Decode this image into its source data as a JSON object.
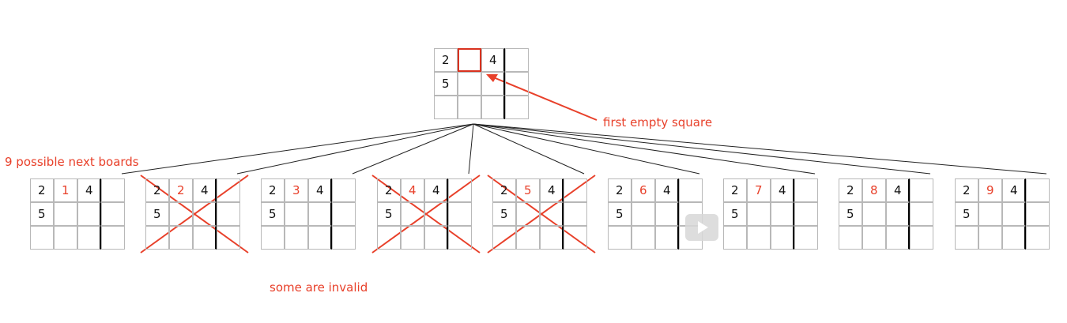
{
  "root_board": {
    "cells": [
      [
        "2",
        "",
        "4",
        ""
      ],
      [
        "5",
        "",
        "",
        ""
      ],
      [
        "",
        "",
        "",
        ""
      ]
    ],
    "highlight": [
      0,
      1
    ]
  },
  "labels": {
    "first_empty": "first empty square",
    "possible_boards": "9 possible next boards",
    "invalid": "some are invalid"
  },
  "children": [
    {
      "digit": "1",
      "invalid": false
    },
    {
      "digit": "2",
      "invalid": true
    },
    {
      "digit": "3",
      "invalid": false
    },
    {
      "digit": "4",
      "invalid": true
    },
    {
      "digit": "5",
      "invalid": true
    },
    {
      "digit": "6",
      "invalid": false
    },
    {
      "digit": "7",
      "invalid": false
    },
    {
      "digit": "8",
      "invalid": false
    },
    {
      "digit": "9",
      "invalid": false
    }
  ],
  "colors": {
    "accent": "#e8402a",
    "grid": "#b8b8b8"
  },
  "icons": {
    "overlay": "play-icon"
  }
}
